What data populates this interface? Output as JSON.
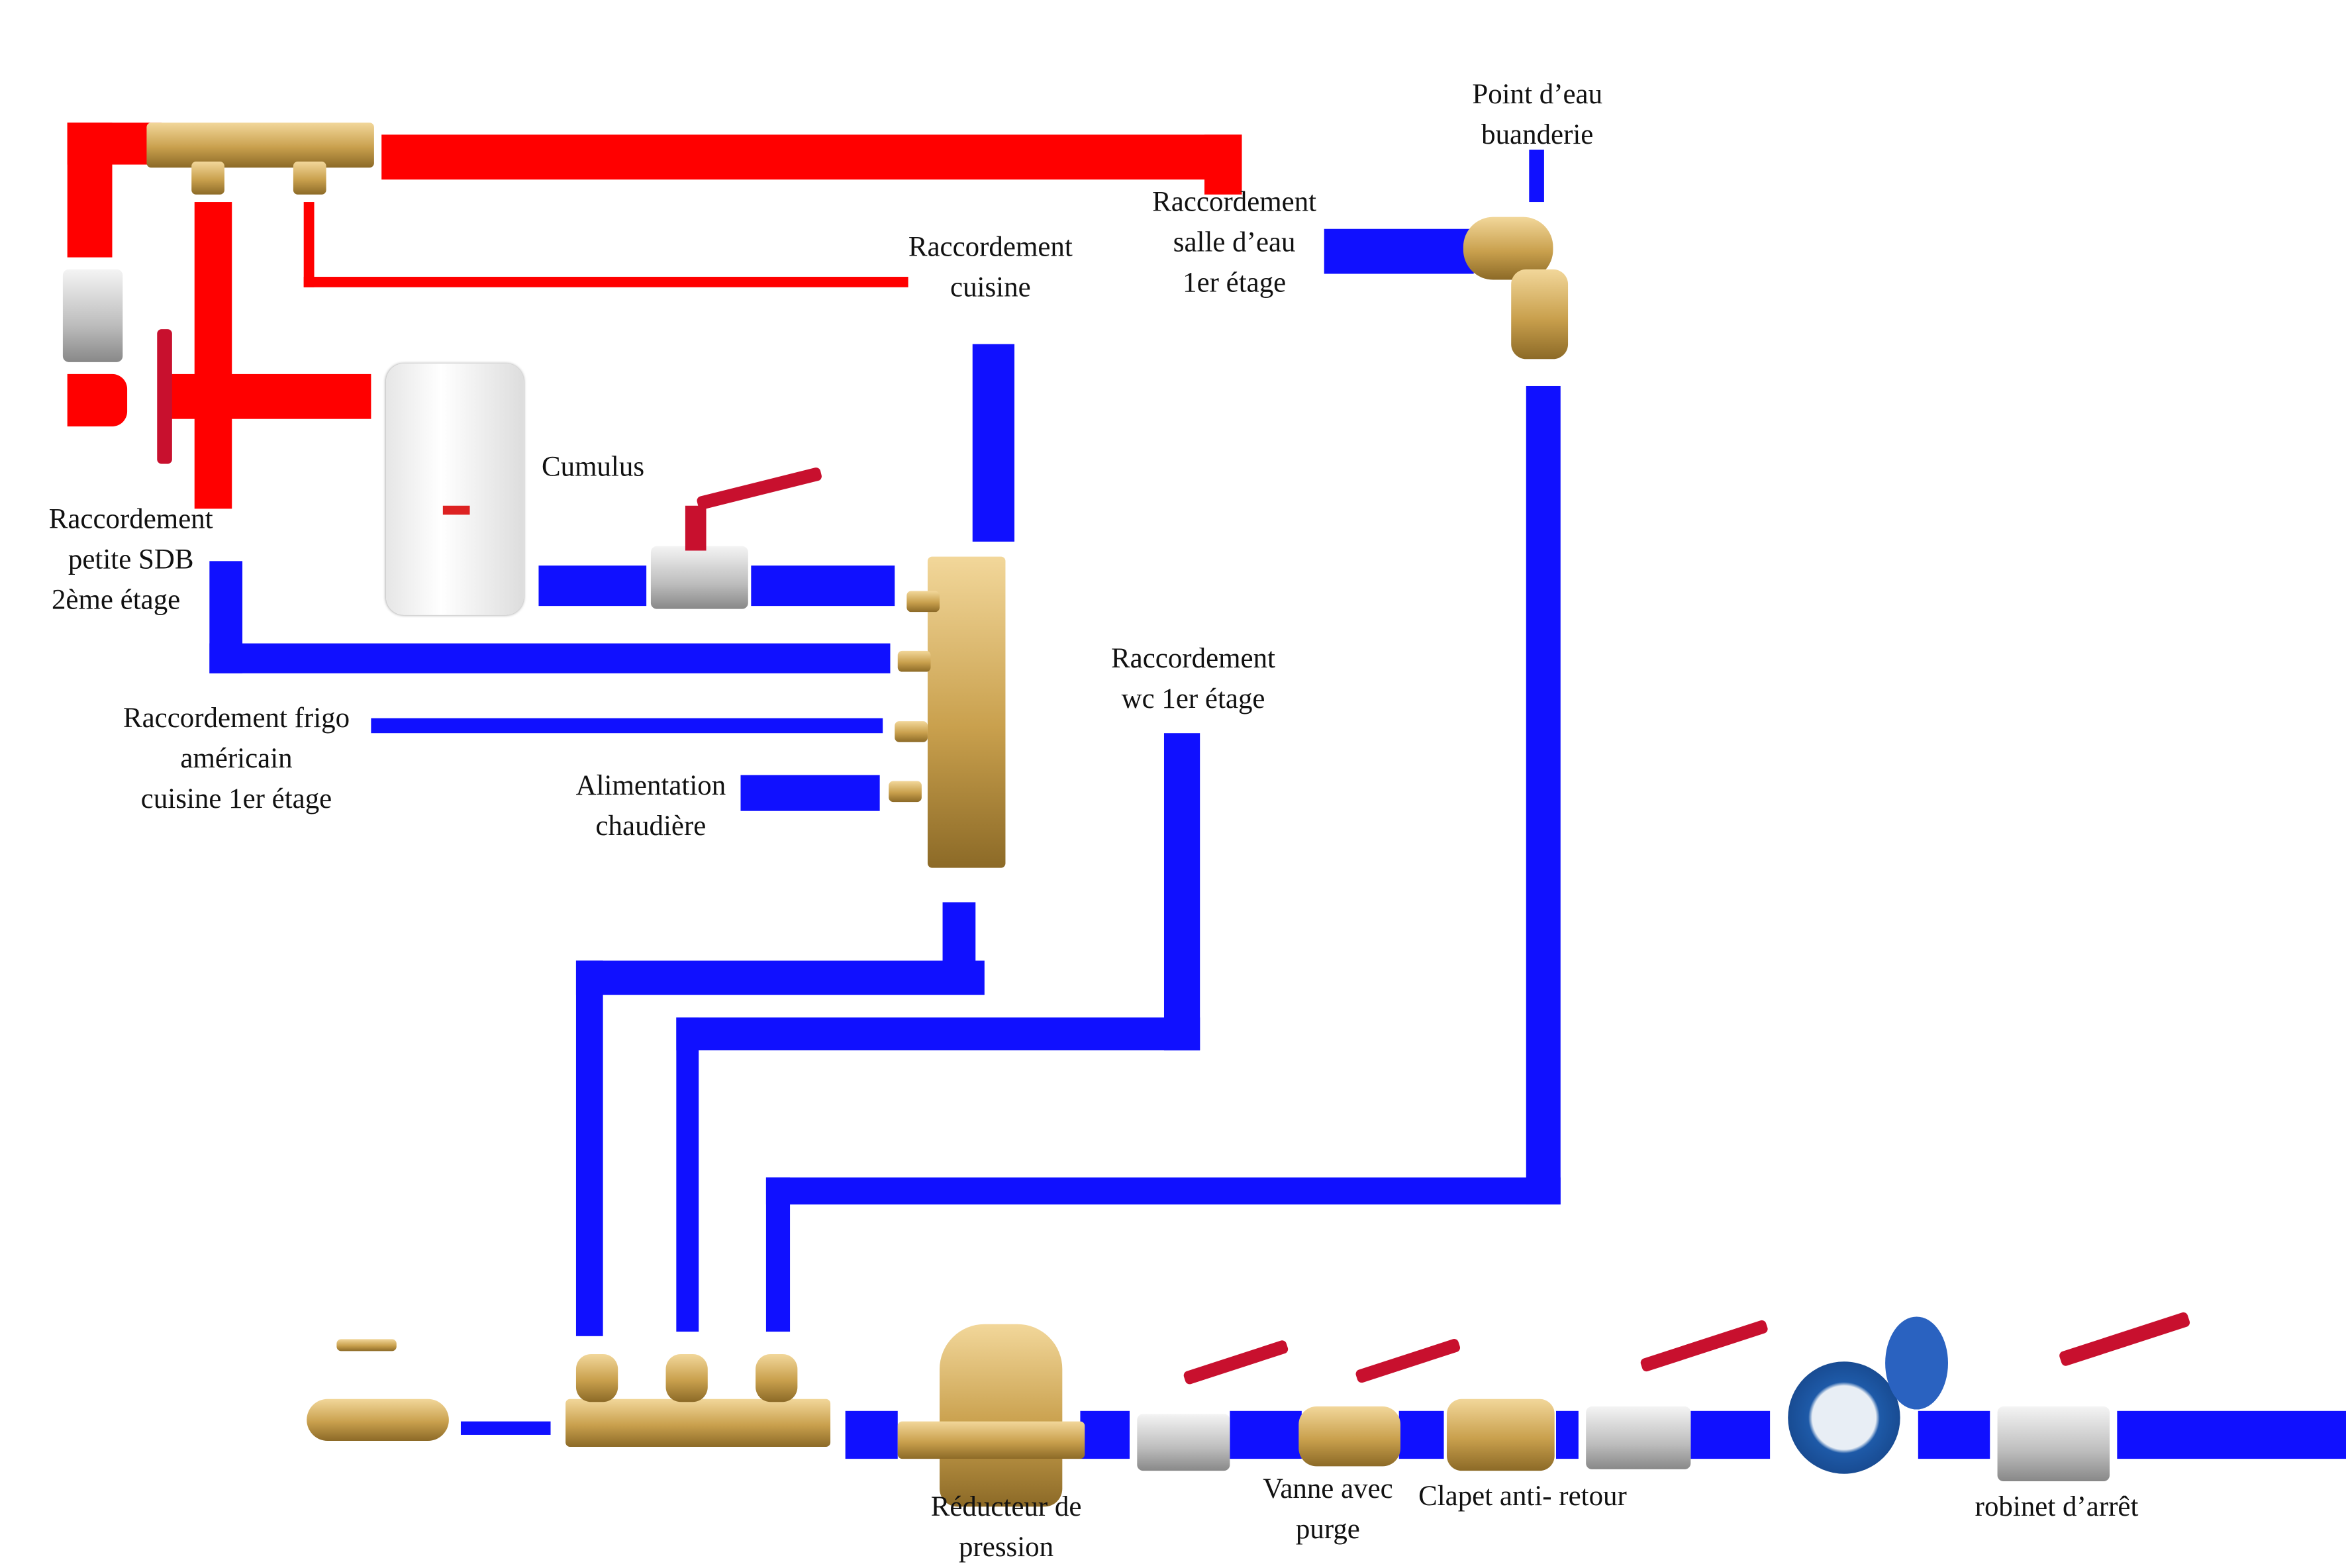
{
  "colors": {
    "hot_water": "#ff0000",
    "cold_water": "#1010ff",
    "brass": "#c9a04d"
  },
  "labels": {
    "point_eau_buanderie": [
      "Point d’eau",
      "buanderie"
    ],
    "raccordement_salle_eau": [
      "Raccordement",
      "salle d’eau",
      "1er étage"
    ],
    "raccordement_cuisine": [
      "Raccordement",
      "cuisine"
    ],
    "cumulus": "Cumulus",
    "raccordement_petite_sdb": [
      "Raccordement",
      "petite SDB",
      "2ème étage"
    ],
    "raccordement_frigo": [
      "Raccordement frigo",
      "américain",
      "cuisine 1er étage"
    ],
    "alimentation_chaudiere": [
      "Alimentation",
      "chaudière"
    ],
    "raccordement_wc": [
      "Raccordement",
      "wc 1er étage"
    ],
    "reducteur": [
      "Réducteur de",
      "pression"
    ],
    "vanne_purge": [
      "Vanne avec",
      "purge"
    ],
    "clapet": "Clapet anti- retour",
    "robinet_arret": "robinet d’arrêt"
  },
  "components": [
    "hot-water-manifold",
    "ball-valve",
    "water-heater",
    "cold-water-manifold",
    "tee-fitting",
    "garden-tap",
    "distribution-manifold",
    "pressure-reducer",
    "ball-valve",
    "drain-valve",
    "check-valve",
    "ball-valve",
    "water-meter",
    "ball-valve"
  ]
}
